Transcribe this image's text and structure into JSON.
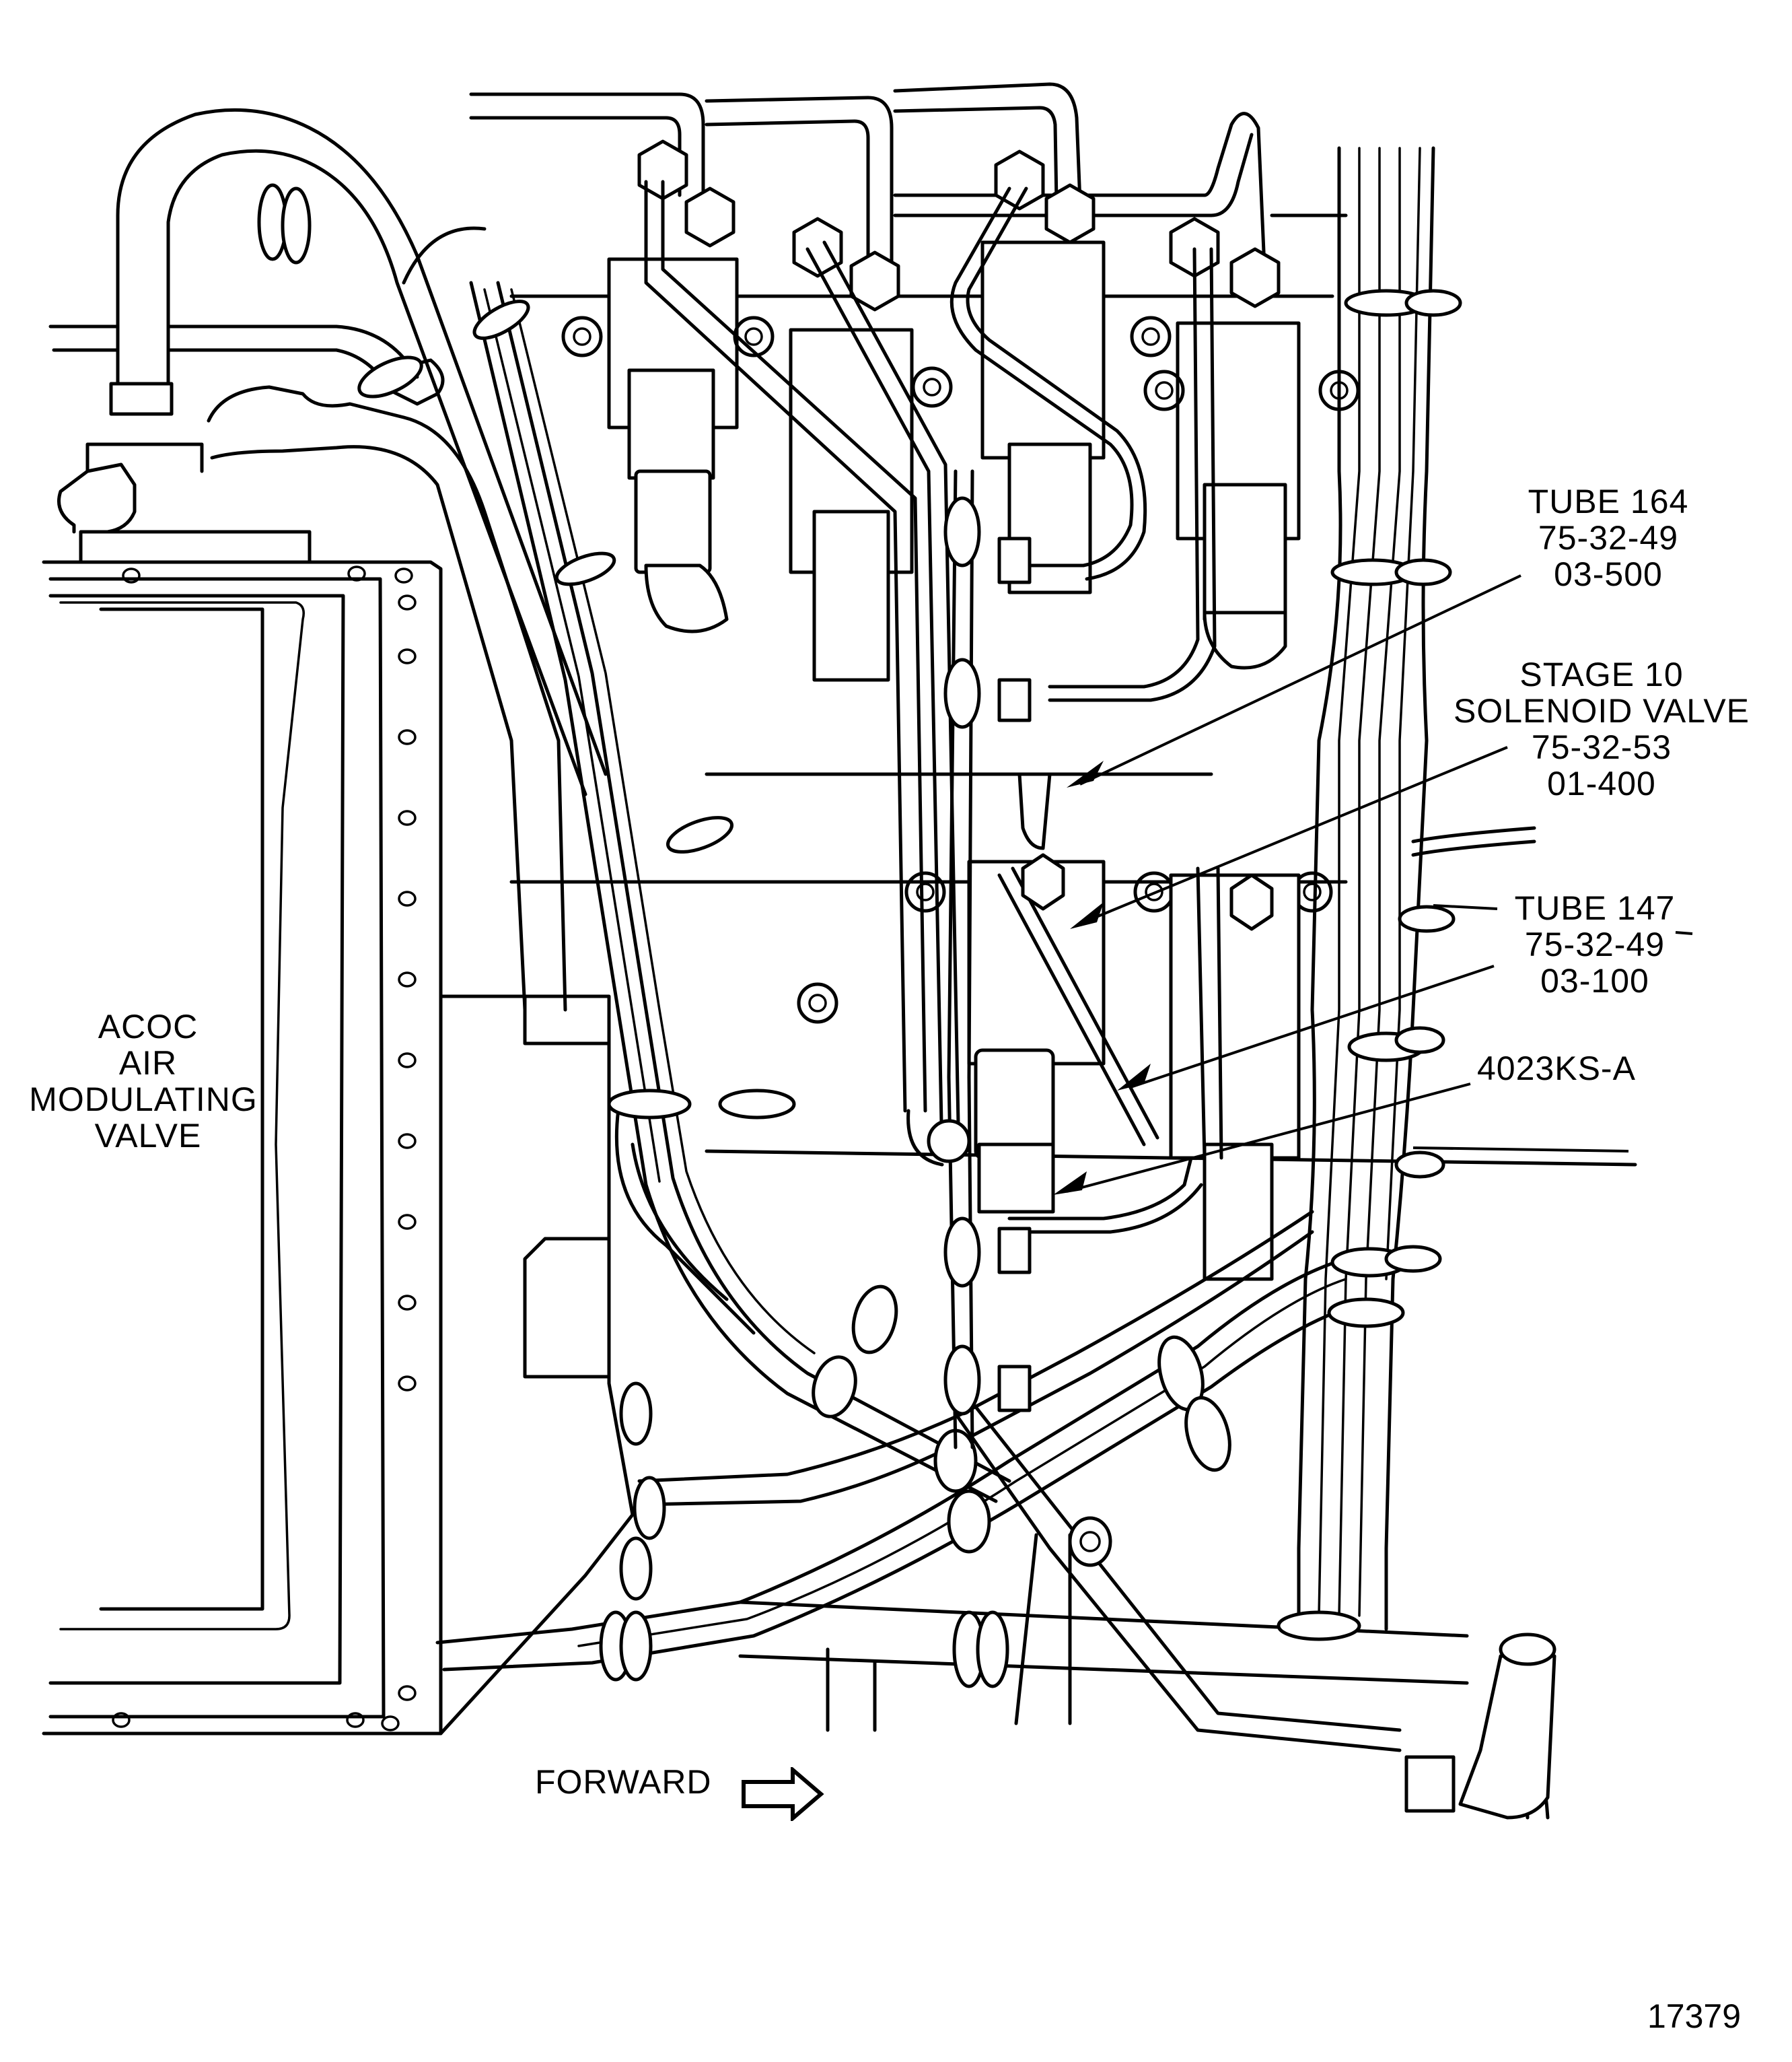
{
  "figure": {
    "figure_number": "17379",
    "direction_indicator": {
      "label": "FORWARD",
      "icon": "right-arrow-outline-icon"
    }
  },
  "callouts": [
    {
      "id": "tube-164",
      "lines": [
        "TUBE 164",
        "75-32-49",
        "03-500"
      ]
    },
    {
      "id": "stage-10-solenoid-valve",
      "lines": [
        "STAGE 10",
        "SOLENOID VALVE",
        "75-32-53",
        "01-400"
      ]
    },
    {
      "id": "tube-147",
      "lines": [
        "TUBE 147",
        "75-32-49",
        "03-100"
      ]
    },
    {
      "id": "connector",
      "lines": [
        "4023KS-A"
      ]
    },
    {
      "id": "acoc-air-modulating-valve",
      "lines": [
        "ACOC",
        "AIR",
        "MODULATING",
        "VALVE"
      ]
    }
  ],
  "colors": {
    "line": "#000000",
    "background": "#ffffff"
  }
}
